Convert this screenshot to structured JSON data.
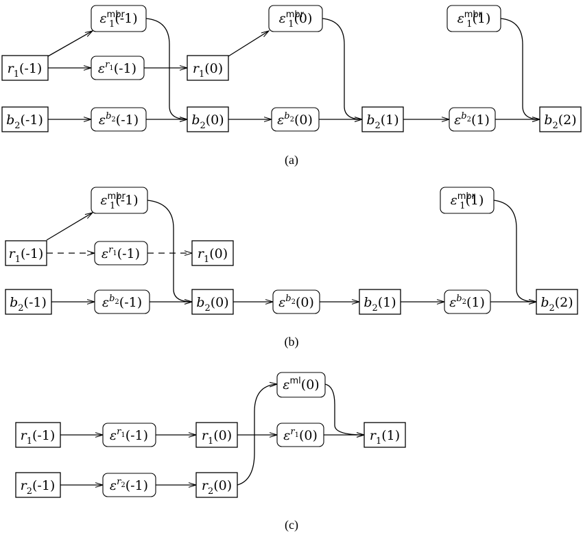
{
  "diagrams": [
    {
      "caption": "(a)",
      "nodes": [
        {
          "id": "a_e1mbr_m1",
          "sym": "ε",
          "sub": "1",
          "sup": "mbr",
          "sup_mode": "sans",
          "arg": "(-1)"
        },
        {
          "id": "a_e1mbr_0",
          "sym": "ε",
          "sub": "1",
          "sup": "mbr",
          "sup_mode": "sans",
          "arg": "(0)"
        },
        {
          "id": "a_e1mbr_1",
          "sym": "ε",
          "sub": "1",
          "sup": "mbr",
          "sup_mode": "sans",
          "arg": "(1)"
        },
        {
          "id": "a_r1_m1",
          "sym": "r",
          "sub": "1",
          "arg": "(-1)"
        },
        {
          "id": "a_er1_m1",
          "sym": "ε",
          "sup": "r",
          "sup_sub": "1",
          "arg": "(-1)"
        },
        {
          "id": "a_r1_0",
          "sym": "r",
          "sub": "1",
          "arg": "(0)"
        },
        {
          "id": "a_b2_m1",
          "sym": "b",
          "sub": "2",
          "arg": "(-1)"
        },
        {
          "id": "a_eb2_m1",
          "sym": "ε",
          "sup": "b",
          "sup_sub": "2",
          "arg": "(-1)"
        },
        {
          "id": "a_b2_0",
          "sym": "b",
          "sub": "2",
          "arg": "(0)"
        },
        {
          "id": "a_eb2_0",
          "sym": "ε",
          "sup": "b",
          "sup_sub": "2",
          "arg": "(0)"
        },
        {
          "id": "a_b2_1",
          "sym": "b",
          "sub": "2",
          "arg": "(1)"
        },
        {
          "id": "a_eb2_1",
          "sym": "ε",
          "sup": "b",
          "sup_sub": "2",
          "arg": "(1)"
        },
        {
          "id": "a_b2_2",
          "sym": "b",
          "sub": "2",
          "arg": "(2)"
        }
      ]
    },
    {
      "caption": "(b)",
      "nodes": [
        {
          "id": "b_e1mbr_m1",
          "sym": "ε",
          "sub": "1",
          "sup": "mbr",
          "sup_mode": "sans",
          "arg": "(-1)"
        },
        {
          "id": "b_e1mbr_1",
          "sym": "ε",
          "sub": "1",
          "sup": "mbr",
          "sup_mode": "sans",
          "arg": "(1)"
        },
        {
          "id": "b_r1_m1",
          "sym": "r",
          "sub": "1",
          "arg": "(-1)"
        },
        {
          "id": "b_er1_m1",
          "sym": "ε",
          "sup": "r",
          "sup_sub": "1",
          "arg": "(-1)"
        },
        {
          "id": "b_r1_0",
          "sym": "r",
          "sub": "1",
          "arg": "(0)"
        },
        {
          "id": "b_b2_m1",
          "sym": "b",
          "sub": "2",
          "arg": "(-1)"
        },
        {
          "id": "b_eb2_m1",
          "sym": "ε",
          "sup": "b",
          "sup_sub": "2",
          "arg": "(-1)"
        },
        {
          "id": "b_b2_0",
          "sym": "b",
          "sub": "2",
          "arg": "(0)"
        },
        {
          "id": "b_eb2_0",
          "sym": "ε",
          "sup": "b",
          "sup_sub": "2",
          "arg": "(0)"
        },
        {
          "id": "b_b2_1",
          "sym": "b",
          "sub": "2",
          "arg": "(1)"
        },
        {
          "id": "b_eb2_1",
          "sym": "ε",
          "sup": "b",
          "sup_sub": "2",
          "arg": "(1)"
        },
        {
          "id": "b_b2_2",
          "sym": "b",
          "sub": "2",
          "arg": "(2)"
        }
      ]
    },
    {
      "caption": "(c)",
      "nodes": [
        {
          "id": "c_eml_0",
          "sym": "ε",
          "sup": "ml",
          "sup_mode": "sans",
          "arg": "(0)"
        },
        {
          "id": "c_r1_m1",
          "sym": "r",
          "sub": "1",
          "arg": "(-1)"
        },
        {
          "id": "c_er1_m1",
          "sym": "ε",
          "sup": "r",
          "sup_sub": "1",
          "arg": "(-1)"
        },
        {
          "id": "c_r1_0",
          "sym": "r",
          "sub": "1",
          "arg": "(0)"
        },
        {
          "id": "c_er1_0",
          "sym": "ε",
          "sup": "r",
          "sup_sub": "1",
          "arg": "(0)"
        },
        {
          "id": "c_r1_1",
          "sym": "r",
          "sub": "1",
          "arg": "(1)"
        },
        {
          "id": "c_r2_m1",
          "sym": "r",
          "sub": "2",
          "arg": "(-1)"
        },
        {
          "id": "c_er2_m1",
          "sym": "ε",
          "sup": "r",
          "sup_sub": "2",
          "arg": "(-1)"
        },
        {
          "id": "c_r2_0",
          "sym": "r",
          "sub": "2",
          "arg": "(0)"
        }
      ]
    }
  ]
}
